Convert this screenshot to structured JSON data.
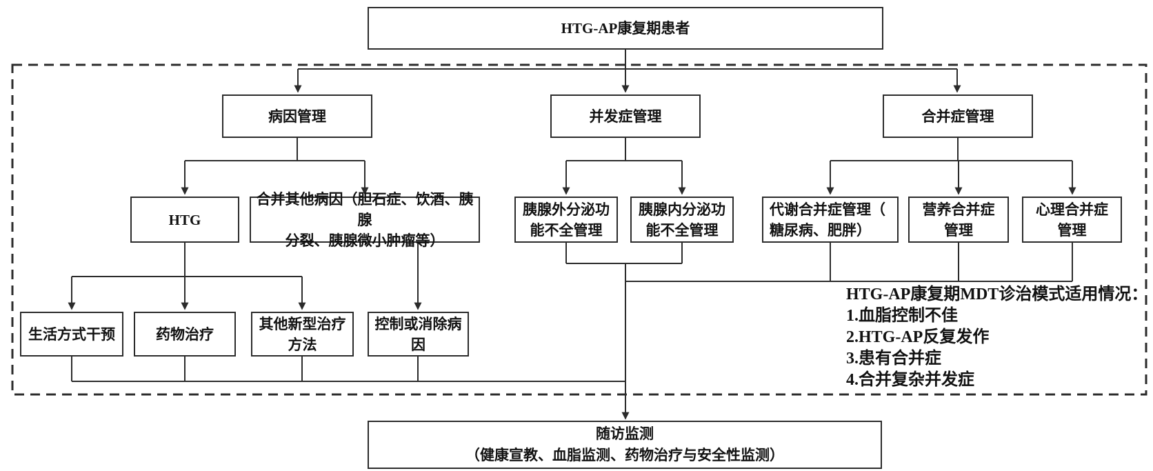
{
  "nodes": {
    "root": "HTG-AP康复期患者",
    "cause_mgmt": "病因管理",
    "complication_mgmt": "并发症管理",
    "comorbidity_mgmt": "合并症管理",
    "htg": "HTG",
    "other_causes": "合并其他病因（胆石症、饮酒、胰腺\n分裂、胰腺微小肿瘤等）",
    "exocrine_insufficiency": "胰腺外分泌功\n能不全管理",
    "endocrine_insufficiency": "胰腺内分泌功\n能不全管理",
    "metabolic_comorbidity": "代谢合并症管理（\n糖尿病、肥胖）",
    "nutrition_comorbidity": "营养合并症\n管理",
    "psychological_comorbidity": "心理合并症\n管理",
    "lifestyle_intervention": "生活方式干预",
    "drug_therapy": "药物治疗",
    "novel_therapy": "其他新型治疗\n方法",
    "control_cause": "控制或消除病\n因",
    "followup": "随访监测\n（健康宣教、血脂监测、药物治疗与安全性监测）"
  },
  "mdt_note": {
    "title": "HTG-AP康复期MDT诊治模式适用情况：",
    "items": [
      "1.血脂控制不佳",
      "2.HTG-AP反复发作",
      "3.患有合并症",
      "4.合并复杂并发症"
    ]
  },
  "colors": {
    "line": "#2b2b2b",
    "text": "#111111",
    "background": "#ffffff"
  }
}
